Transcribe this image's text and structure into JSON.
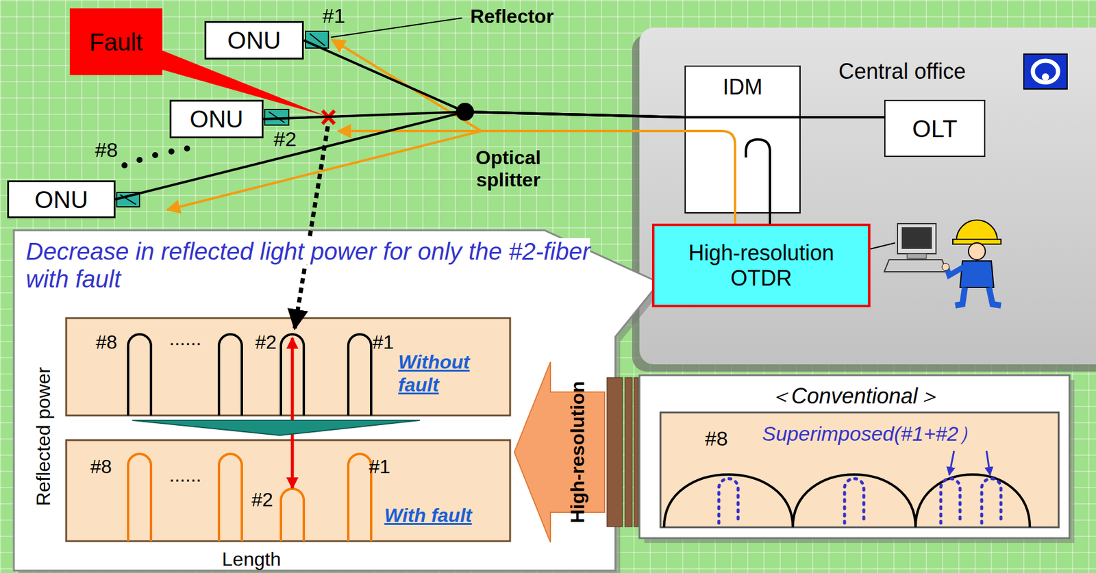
{
  "diagram": {
    "nodes": [
      {
        "text": [
          "ONU"
        ]
      },
      {
        "text": [
          "Fault"
        ]
      },
      {
        "text": [
          "ONU"
        ]
      },
      {
        "text": [
          "ONU"
        ]
      },
      {
        "text": [
          "Central office"
        ]
      },
      {
        "text": [
          "IDM"
        ],
        "in": 4
      },
      {
        "text": [
          "OLT"
        ],
        "in": 4
      },
      {
        "text": [
          "High-resolution OTDR"
        ],
        "in": 4
      },
      {
        "text": [
          "Decrease in reflected light power for only the #2-fiber with fault"
        ]
      },
      {
        "text": [
          "Without fault"
        ],
        "in": 8
      },
      {
        "text": [
          "With fault"
        ],
        "in": 8
      },
      {
        "text": [
          "＜Conventional＞"
        ]
      },
      {
        "text": [
          "Superimposed(#1+#2）"
        ],
        "in": 11
      }
    ],
    "edges": [
      {
        "from": 0,
        "to": 5,
        "arrow": "none"
      },
      {
        "from": 2,
        "to": 5,
        "arrow": "none"
      },
      {
        "from": 3,
        "to": 5,
        "arrow": "none"
      },
      {
        "from": 5,
        "to": 6,
        "arrow": "none"
      },
      {
        "from": 7,
        "to": 5,
        "arrow": "none"
      },
      {
        "from": 9,
        "to": 10,
        "arrow": "to"
      },
      {
        "from": 11,
        "to": 8,
        "arrow": "to",
        "label": "High-resolution"
      }
    ],
    "labels": [
      "Reflector",
      "#1",
      "#2",
      "#8",
      "Optical splitter",
      "Reflected power",
      "#8",
      "......",
      "#2",
      "#1",
      "#8",
      "......",
      "#1",
      "#2",
      "Length",
      "#8"
    ]
  }
}
